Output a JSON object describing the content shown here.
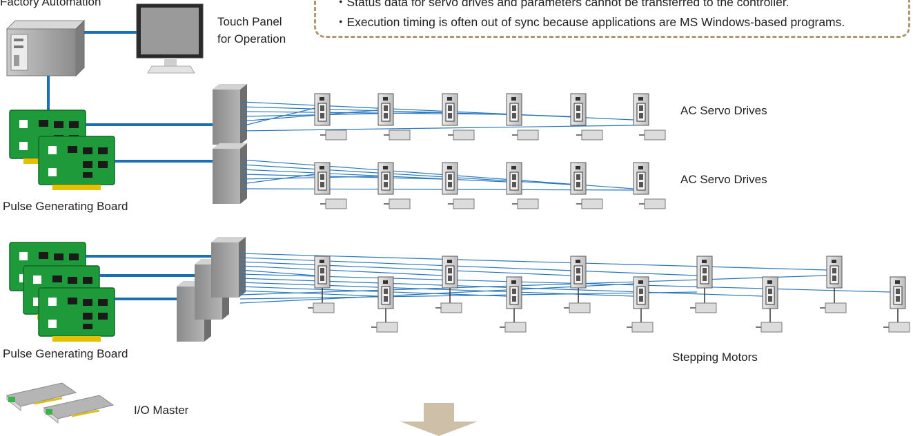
{
  "labels": {
    "factory_automation": "Factory Automation",
    "touch_panel_line1": "Touch Panel",
    "touch_panel_line2": "for Operation",
    "servo_row1": "AC Servo Drives",
    "servo_row2": "AC Servo Drives",
    "pulse_board_1": "Pulse Generating Board",
    "pulse_board_2": "Pulse Generating Board",
    "stepping_motors": "Stepping Motors",
    "io_master": "I/O Master"
  },
  "callout": {
    "lines": [
      "・Status data for servo drives and parameters cannot be transferred to the controller.",
      "・Execution timing is often out of sync because applications are MS Windows-based programs."
    ]
  },
  "colors": {
    "link_blue": "#1b6fb5",
    "signal_blue": "#2a78c0",
    "board_green": "#1e9a3a",
    "callout_border": "#b09870",
    "arrow_tan": "#cdbfa8",
    "device_gray": "#9a9a9a"
  }
}
